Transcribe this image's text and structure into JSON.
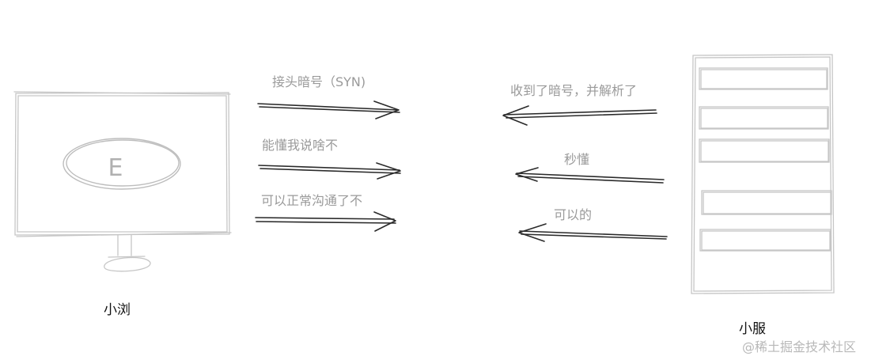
{
  "client": {
    "name": "小浏",
    "screen_letter": "E"
  },
  "server": {
    "name": "小服"
  },
  "messages": [
    {
      "text": "接头暗号（SYN)",
      "direction": "client-to-server"
    },
    {
      "text": "收到了暗号，并解析了",
      "direction": "server-to-client"
    },
    {
      "text": "能懂我说啥不",
      "direction": "client-to-server"
    },
    {
      "text": "秒懂",
      "direction": "server-to-client"
    },
    {
      "text": "可以正常沟通了不",
      "direction": "client-to-server"
    },
    {
      "text": "可以的",
      "direction": "server-to-client"
    }
  ],
  "watermark": "@稀土掘金技术社区",
  "colors": {
    "sketch_light": "#c8c8c8",
    "arrow": "#2a2a2a",
    "label": "#9a9a9a"
  }
}
